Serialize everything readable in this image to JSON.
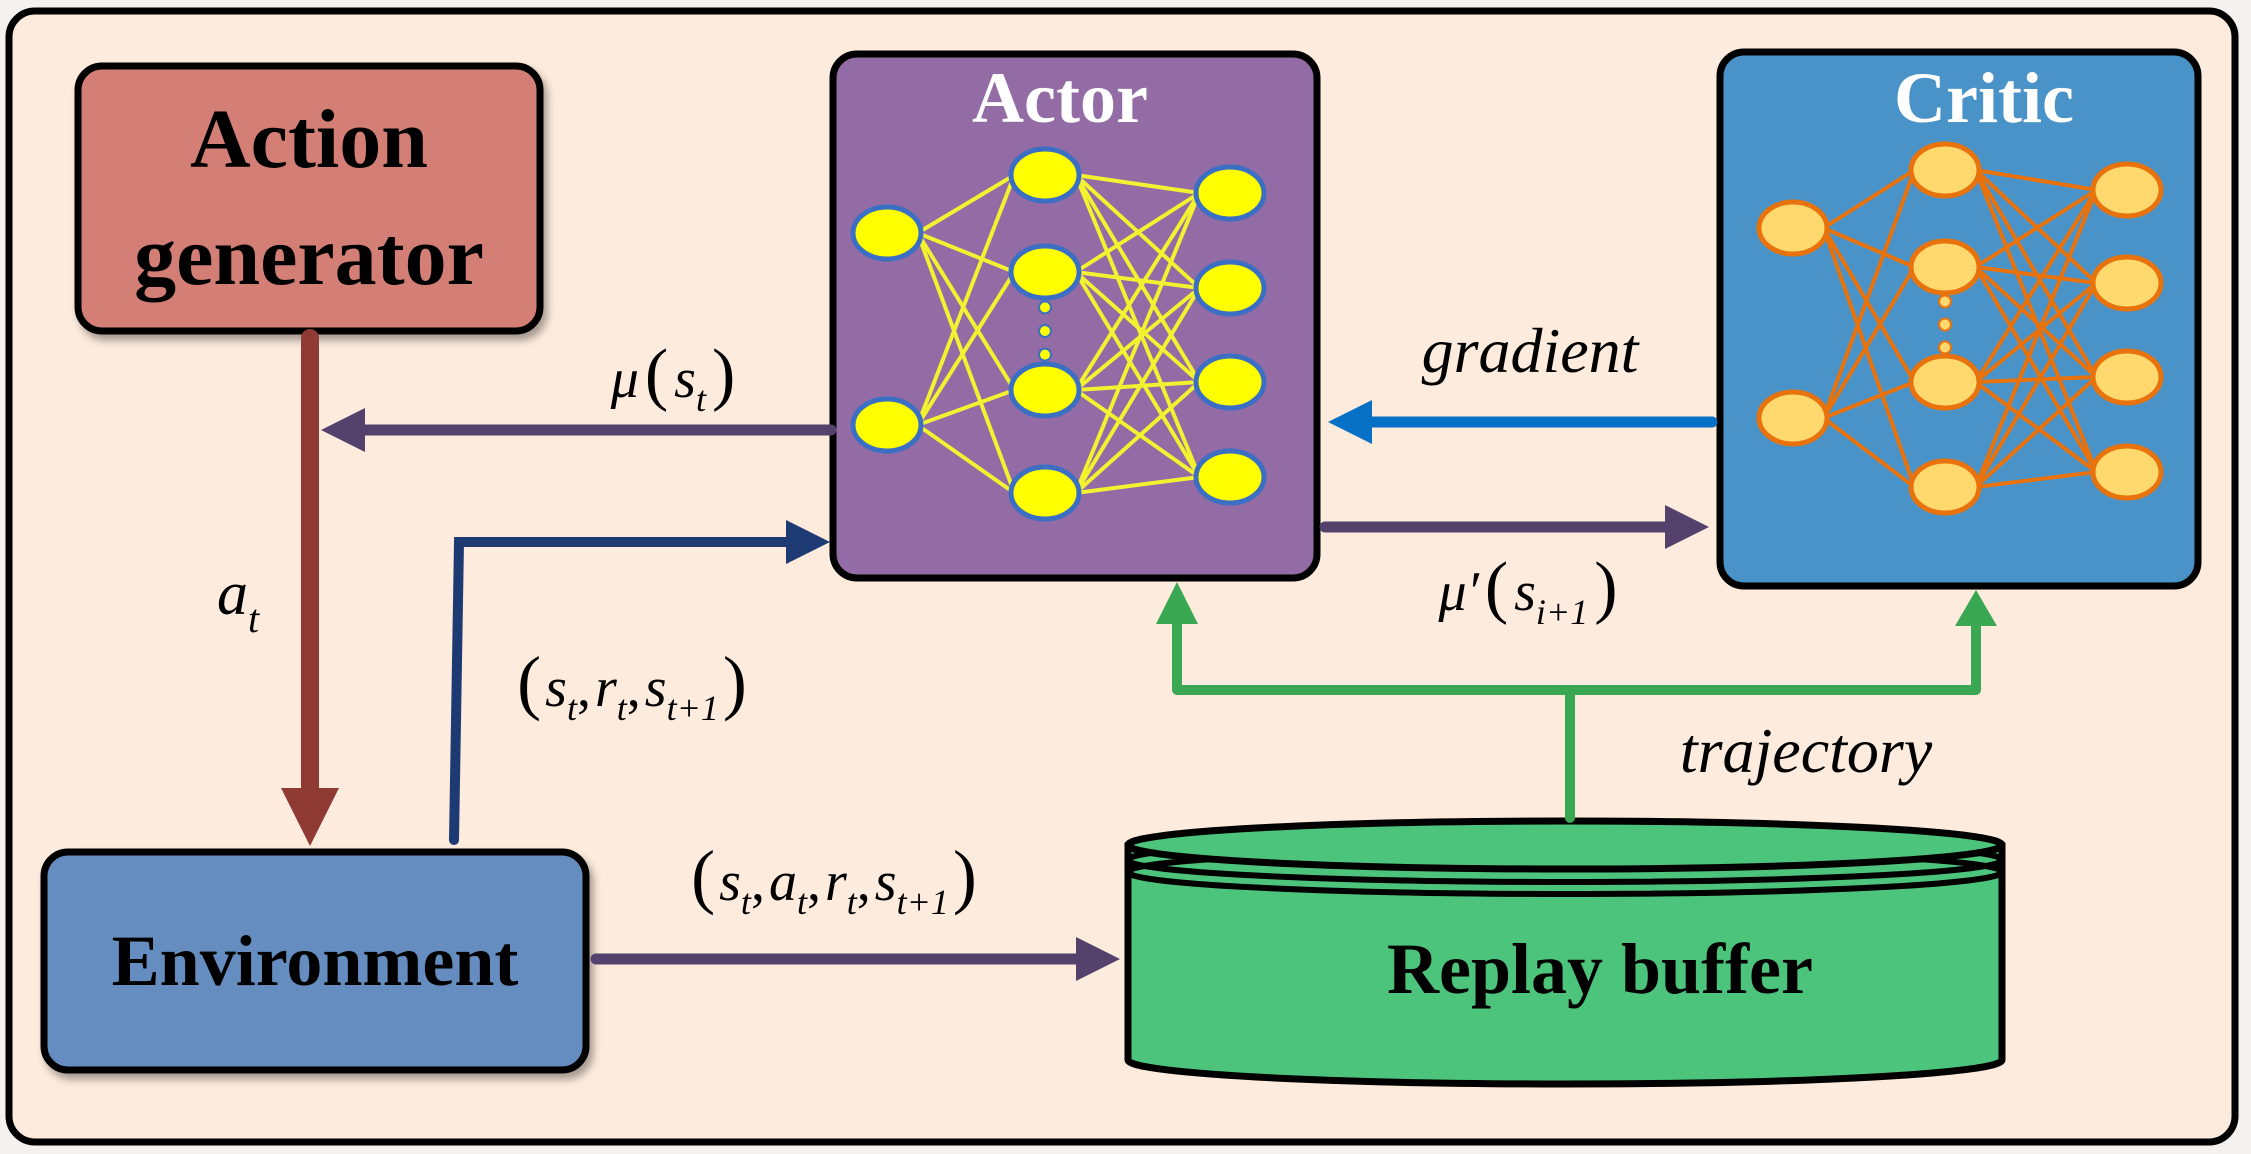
{
  "title": "DDPG actor-critic training framework",
  "colors": {
    "frame_bg": "#fdebdd",
    "action_generator": "#d47f74",
    "actor": "#936ba5",
    "critic": "#4a93c8",
    "environment": "#658dbf",
    "replay_buffer": "#4dc47c",
    "action_arrow": "#8f3a33",
    "purple_arrow": "#54426c",
    "state_arrow": "#1e3a72",
    "gradient_arrow": "#0570c4",
    "trajectory_arrow": "#3aa852",
    "actor_node_fill": "#ffff00",
    "actor_node_stroke": "#3a6fc4",
    "actor_edge": "#f2f230",
    "critic_node_fill": "#ffd86e",
    "critic_node_stroke": "#e8720c"
  },
  "nodes": {
    "action_generator": {
      "line1": "Action",
      "line2": "generator"
    },
    "actor": {
      "label": "Actor",
      "layers": [
        2,
        4,
        4
      ],
      "ellipsis": "⋮"
    },
    "critic": {
      "label": "Critic",
      "layers": [
        2,
        4,
        4
      ],
      "ellipsis": "⋮"
    },
    "environment": {
      "label": "Environment"
    },
    "replay_buffer": {
      "label": "Replay buffer"
    }
  },
  "edges": {
    "mu_st": {
      "sym": "μ",
      "open": "(",
      "var": "s",
      "sub": "t",
      "close": ")"
    },
    "a_t": {
      "var": "a",
      "sub": "t"
    },
    "srs": {
      "open": "(",
      "s1": "s",
      "sub1": "t",
      "c1": ",",
      "r": "r",
      "sub2": "t",
      "c2": ",",
      "s2": "s",
      "sub3": "t+1",
      "close": ")"
    },
    "sars": {
      "open": "(",
      "s1": "s",
      "sub1": "t",
      "c1": ",",
      "a": "a",
      "sub2": "t",
      "c2": ",",
      "r": "r",
      "sub3": "t",
      "c3": ",",
      "s2": "s",
      "sub4": "t+1",
      "close": ")"
    },
    "gradient": {
      "label": "gradient"
    },
    "mu_prime": {
      "sym": "μ′",
      "open": "(",
      "var": "s",
      "sub": "i+1",
      "close": ")"
    },
    "trajectory": {
      "label": "trajectory"
    }
  }
}
